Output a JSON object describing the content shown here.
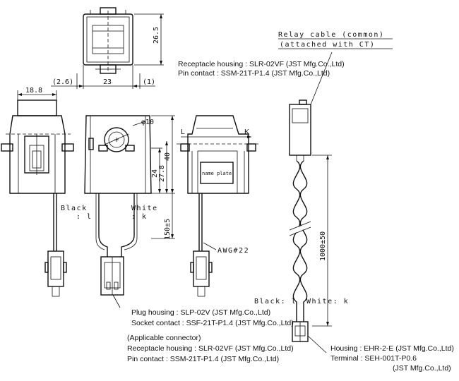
{
  "dimensions": {
    "height_top": "26.5",
    "width_main": "23",
    "offset_left": "(2.6)",
    "offset_right": "(1)",
    "width_side": "18.8",
    "hole_dia": "φ10",
    "h24": "24",
    "h27_8": "27.8",
    "h40": "40",
    "lead_150": "150±5",
    "cable_1000": "1000±50"
  },
  "labels": {
    "relay_cable_line1": "Relay cable (common)",
    "relay_cable_line2": "(attached with CT)",
    "receptacle_top": "Receptacle housing : SLR-02VF (JST Mfg.Co.,Ltd)",
    "pin_top": "Pin contact : SSM-21T-P1.4 (JST Mfg.Co.,Ltd)",
    "black_l": "Black",
    "black_l2": ": l",
    "white_k": "White",
    "white_k2": ": k",
    "L": "L",
    "K": "K",
    "name_plate": "name plate",
    "awg": "AWG#22",
    "cable_black": "Black: l",
    "cable_white": "White: k",
    "plug_housing": "Plug housing : SLP-02V (JST Mfg.Co.,Ltd)",
    "socket_contact": "Socket contact : SSF-21T-P1.4 (JST Mfg.Co.,Ltd)",
    "applicable": "(Applicable connector)",
    "receptacle_bottom": "Receptacle housing : SLR-02VF (JST Mfg.Co.,Ltd)",
    "pin_bottom": "Pin contact : SSM-21T-P1.4 (JST Mfg.Co.,Ltd)",
    "housing_ehr": "Housing : EHR-2-E (JST Mfg.Co.,Ltd)",
    "terminal_seh": "Terminal : SEH-001T-P0.6",
    "terminal_maker": "(JST Mfg.Co.,Ltd)"
  }
}
